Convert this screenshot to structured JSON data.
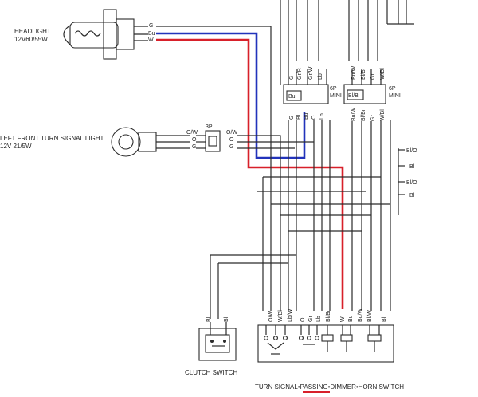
{
  "headlight": {
    "name": "HEADLIGHT",
    "spec": "12V60/55W",
    "pins": [
      "G",
      "Bu",
      "W"
    ]
  },
  "turn_signal": {
    "name": "LEFT FRONT TURN SIGNAL LIGHT",
    "spec": "12V 21/5W",
    "left_pins": [
      "O/W",
      "O",
      "G"
    ],
    "right_pins": [
      "O/W",
      "O",
      "G"
    ],
    "connector": "3P"
  },
  "connector_6p_left": {
    "label": "6P",
    "sub": "MINI",
    "tag": "Bu",
    "top_pins": [
      "G",
      "Gr/R",
      "Gr/W",
      "Lb"
    ],
    "bottom_pins": [
      "G",
      "Bl",
      "Bu",
      "O",
      "Lb"
    ]
  },
  "connector_6p_right": {
    "label": "6P",
    "sub": "MINI",
    "tag": "Bl/Bl",
    "top_pins": [
      "Bu/W",
      "Bl/Br",
      "Gr",
      "W/Bl"
    ],
    "bottom_pins": [
      "Bu/W",
      "Bl/Br",
      "Gr",
      "W/Bl"
    ]
  },
  "right_edge_labels": [
    "Bl/O",
    "Bl",
    "Bl/O",
    "Bl"
  ],
  "clutch_pins": [
    "Bl",
    "Bl"
  ],
  "switch_top_pins": [
    "O/W",
    "W/Bl",
    "Lb/W",
    "O",
    "Gr",
    "Lb",
    "Bl/Br",
    "W",
    "Bu",
    "Bu/W",
    "Bl/W",
    "Bl"
  ],
  "clutch_switch": "CLUTCH SWITCH",
  "switch_title": {
    "part1": "TURN SIGNAL",
    "sep1": "•",
    "part2": "PASSING",
    "sep2": "•",
    "part3": "DIMMER",
    "sep3": "•",
    "part4": "HORN SWITCH"
  },
  "colors": {
    "highlight_red": "#d8202a",
    "highlight_blue": "#2233bb"
  }
}
